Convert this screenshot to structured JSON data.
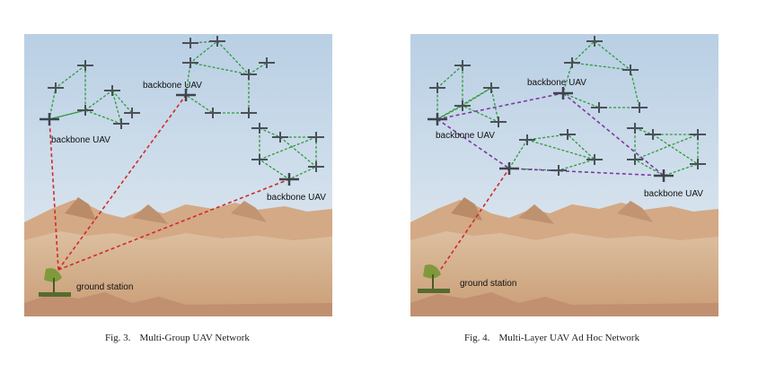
{
  "figures": [
    {
      "caption_number": "Fig. 3.",
      "caption_text": "Multi-Group UAV Network",
      "labels": {
        "backbone_left": "backbone UAV",
        "backbone_center": "backbone UAV",
        "backbone_right": "backbone UAV",
        "ground_station": "ground station"
      }
    },
    {
      "caption_number": "Fig. 4.",
      "caption_text": "Multi-Layer UAV Ad Hoc Network",
      "labels": {
        "backbone_left": "backbone UAV",
        "backbone_center": "backbone UAV",
        "backbone_right": "backbone UAV",
        "ground_station": "ground station"
      }
    }
  ],
  "colors": {
    "sky_top": "#b9cfe4",
    "sky_bottom": "#e4ecf2",
    "desert": "#d7b48c",
    "cluster_link": "#2e9b3a",
    "ground_link": "#d12a2a",
    "backbone_link": "#7b3aa0"
  },
  "icons": [
    "uav-icon",
    "satellite-dish-icon"
  ]
}
